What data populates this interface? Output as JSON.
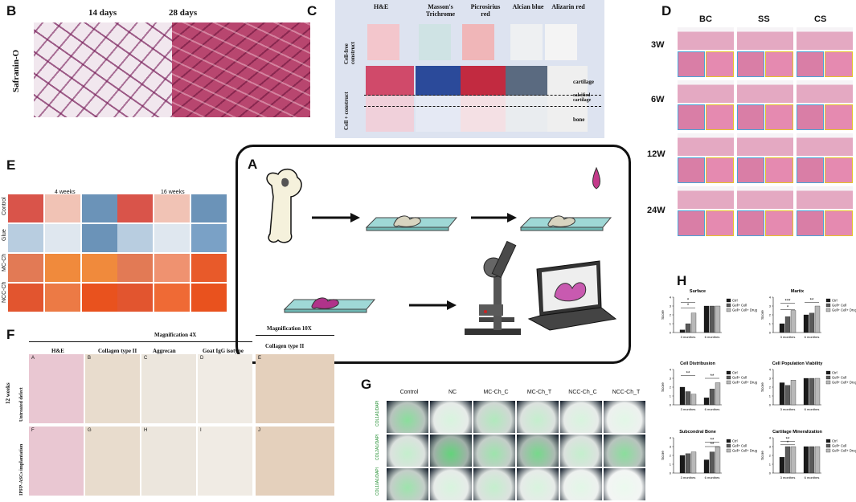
{
  "panelB": {
    "label": "B",
    "stain": "Safranin-O",
    "cols": [
      "14 days",
      "28 days"
    ]
  },
  "panelC": {
    "label": "C",
    "cols": [
      "H&E",
      "Masson's Trichrome",
      "Picrosirius red",
      "Alcian blue",
      "Alizarin red"
    ],
    "rows": [
      "Cell-free construct",
      "Cell + construct"
    ],
    "zones": [
      "cartilage",
      "calcified cartilage",
      "bone"
    ]
  },
  "panelD": {
    "label": "D",
    "cols": [
      "BC",
      "SS",
      "CS"
    ],
    "rows": [
      "3W",
      "6W",
      "12W",
      "24W"
    ]
  },
  "panelE": {
    "label": "E",
    "times": [
      "4 weeks",
      "16 weeks"
    ],
    "rows": [
      "Control",
      "Glue",
      "MC-Ch",
      "NCC-Ch"
    ]
  },
  "panelA": {
    "label": "A"
  },
  "panelF": {
    "label": "F",
    "groups": [
      "Magnification 4X",
      "Magnification 10X"
    ],
    "cols": [
      "H&E",
      "Collagen type II",
      "Aggrecan",
      "Goat IgG isotype",
      "Collagen type II"
    ],
    "time": "12 weeks",
    "rows": [
      "Untreated defect",
      "IPFP-ASCs implantation"
    ],
    "letters": [
      "A",
      "B",
      "C",
      "D",
      "E",
      "F",
      "G",
      "H",
      "I",
      "J"
    ]
  },
  "panelG": {
    "label": "G",
    "cols": [
      "Control",
      "NC",
      "MC-Ch_C",
      "MC-Ch_T",
      "NCC-Ch_C",
      "NCC-Ch_T"
    ],
    "rows": [
      "COL1A1/DAPI",
      "COL2A1/DAPI",
      "COL10A1/DAPI"
    ]
  },
  "panelH": {
    "label": "H",
    "legend": [
      "Ctrl",
      "Gell+ Cell",
      "Gell+ Cell+ Drug"
    ],
    "colors": {
      "ctrl": "#1a1a1a",
      "cell": "#5a5a5a",
      "drug": "#b8b8b8"
    },
    "chart_data": [
      {
        "type": "bar",
        "title": "Surface",
        "ylabel": "Score",
        "categories": [
          "3 monthes",
          "6 monthes"
        ],
        "ylim": [
          0,
          4
        ],
        "series": [
          {
            "name": "Ctrl",
            "values": [
              0.3,
              3
            ]
          },
          {
            "name": "Gell+ Cell",
            "values": [
              1,
              3
            ]
          },
          {
            "name": "Gell+ Cell+ Drug",
            "values": [
              2.2,
              3
            ]
          }
        ],
        "sig": [
          {
            "cat": 0,
            "text": "*",
            "y": 2.8
          },
          {
            "cat": 0,
            "text": "*",
            "y": 3.4
          }
        ]
      },
      {
        "type": "bar",
        "title": "Martix",
        "ylabel": "Score",
        "categories": [
          "3 monthes",
          "6 monthes"
        ],
        "ylim": [
          0,
          4
        ],
        "series": [
          {
            "name": "Ctrl",
            "values": [
              1,
              2
            ]
          },
          {
            "name": "Gell+ Cell",
            "values": [
              1.8,
              2.2
            ]
          },
          {
            "name": "Gell+ Cell+ Drug",
            "values": [
              2.5,
              3
            ]
          }
        ],
        "sig": [
          {
            "cat": 0,
            "text": "***",
            "y": 3.3
          },
          {
            "cat": 0,
            "text": "*",
            "y": 2.6
          },
          {
            "cat": 1,
            "text": "**",
            "y": 3.4
          }
        ]
      },
      {
        "type": "bar",
        "title": "Cell Distribusion",
        "ylabel": "Score",
        "categories": [
          "3 monthes",
          "6 monthes"
        ],
        "ylim": [
          0,
          4
        ],
        "series": [
          {
            "name": "Ctrl",
            "values": [
              2,
              0.8
            ]
          },
          {
            "name": "Gell+ Cell",
            "values": [
              1.5,
              1.8
            ]
          },
          {
            "name": "Gell+ Cell+ Drug",
            "values": [
              1.2,
              2.5
            ]
          }
        ],
        "sig": [
          {
            "cat": 0,
            "text": "**",
            "y": 3.3
          },
          {
            "cat": 1,
            "text": "**",
            "y": 3.0
          }
        ]
      },
      {
        "type": "bar",
        "title": "Cell Population Viability",
        "ylabel": "Score",
        "categories": [
          "3 monthes",
          "6 monthes"
        ],
        "ylim": [
          0,
          4
        ],
        "series": [
          {
            "name": "Ctrl",
            "values": [
              2.5,
              3
            ]
          },
          {
            "name": "Gell+ Cell",
            "values": [
              2.2,
              3
            ]
          },
          {
            "name": "Gell+ Cell+ Drug",
            "values": [
              2.8,
              3
            ]
          }
        ],
        "sig": []
      },
      {
        "type": "bar",
        "title": "Subcondral Bone",
        "ylabel": "Score",
        "categories": [
          "3 monthes",
          "6 monthes"
        ],
        "ylim": [
          0,
          4
        ],
        "series": [
          {
            "name": "Ctrl",
            "values": [
              2,
              1.5
            ]
          },
          {
            "name": "Gell+ Cell",
            "values": [
              2.2,
              2.4
            ]
          },
          {
            "name": "Gell+ Cell+ Drug",
            "values": [
              2.4,
              3
            ]
          }
        ],
        "sig": [
          {
            "cat": 1,
            "text": "**",
            "y": 3.5
          },
          {
            "cat": 1,
            "text": "**",
            "y": 3.0
          }
        ]
      },
      {
        "type": "bar",
        "title": "Cartilage Mineralization",
        "ylabel": "Score",
        "categories": [
          "3 monthes",
          "6 monthes"
        ],
        "ylim": [
          0,
          4
        ],
        "series": [
          {
            "name": "Ctrl",
            "values": [
              1.8,
              3
            ]
          },
          {
            "name": "Gell+ Cell",
            "values": [
              3,
              3
            ]
          },
          {
            "name": "Gell+ Cell+ Drug",
            "values": [
              3,
              3
            ]
          }
        ],
        "sig": [
          {
            "cat": 0,
            "text": "*",
            "y": 3.2
          },
          {
            "cat": 0,
            "text": "**",
            "y": 3.6
          }
        ]
      }
    ]
  }
}
